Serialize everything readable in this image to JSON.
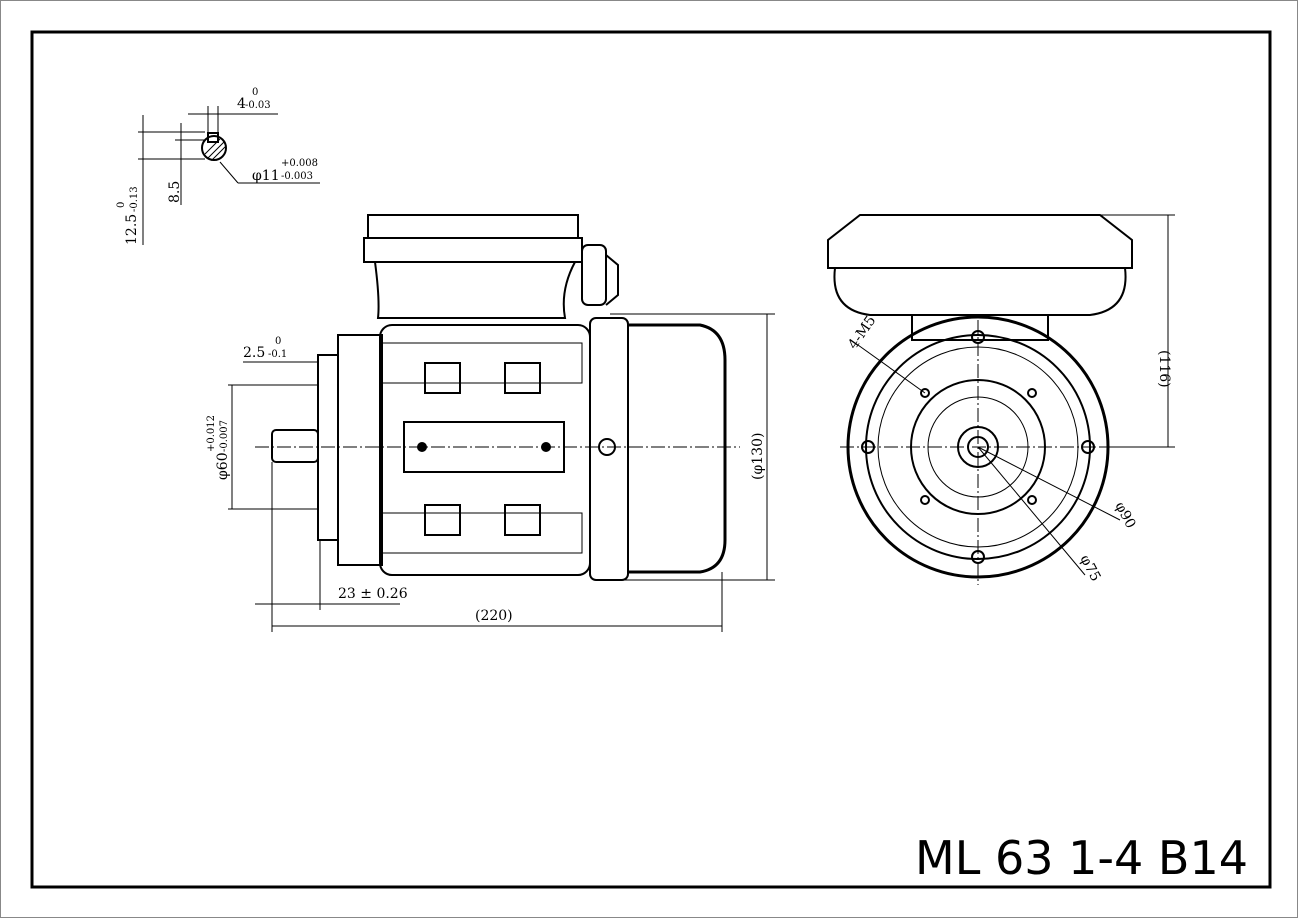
{
  "drawing": {
    "title": "ML 63 1-4 B14",
    "keyway": {
      "key_width": "4",
      "key_width_upper": "0",
      "key_width_lower": "-0.03",
      "shaft_dia": "φ11",
      "shaft_dia_upper": "+0.008",
      "shaft_dia_lower": "-0.003",
      "key_depth": "8.5",
      "key_height": "12.5",
      "key_height_upper": "0",
      "key_height_lower": "-0.13"
    },
    "side_view": {
      "flange_thickness": "2.5",
      "flange_thickness_upper": "0",
      "flange_thickness_lower": "-0.1",
      "spigot_dia": "φ60",
      "spigot_dia_upper": "+0.012",
      "spigot_dia_lower": "-0.007",
      "shaft_length": "23 ± 0.26",
      "overall_length": "(220)",
      "body_dia": "(φ130)"
    },
    "front_view": {
      "height_to_box": "(116)",
      "thread_holes": "4-M5",
      "pcd": "φ90",
      "spigot": "φ75"
    }
  }
}
